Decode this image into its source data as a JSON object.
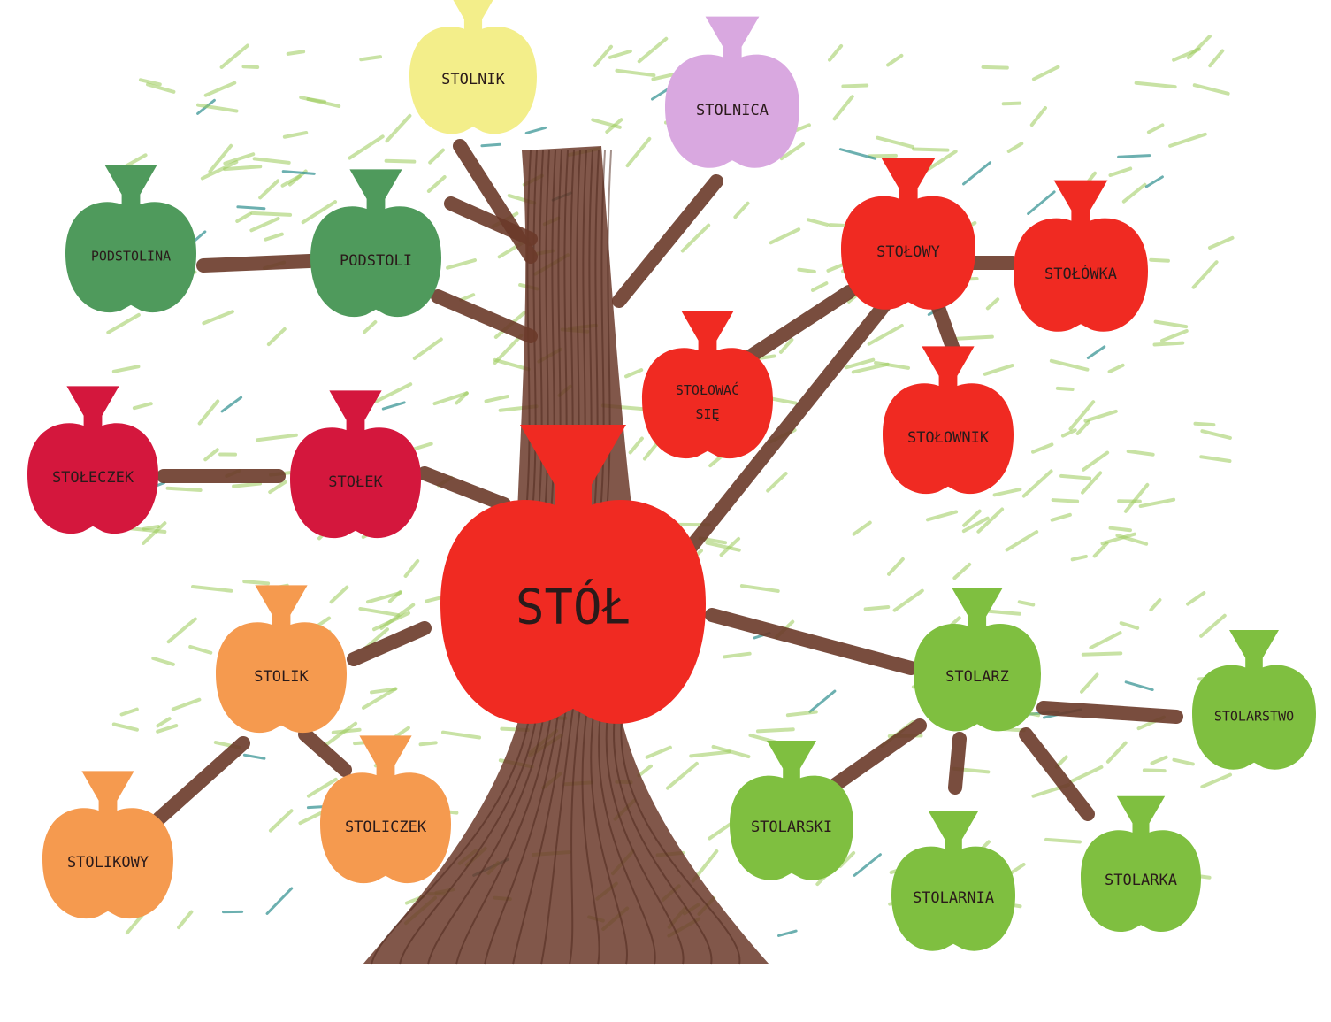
{
  "title": "Word family tree of STÓŁ",
  "colors": {
    "trunk": "#6b3a2a",
    "leaves": "#9ccc5a",
    "teal": "#2f8f8f",
    "yellow": "#f3ee8a",
    "lilac": "#d9a8e0",
    "dark_green": "#4f9a5c",
    "red": "#f02a22",
    "crimson": "#d4173d",
    "orange": "#f59a4f",
    "light_green": "#7fbf40"
  },
  "apples": [
    {
      "id": "stolnik",
      "word": "STOLNIK",
      "color": "yellow"
    },
    {
      "id": "stolnica",
      "word": "STOLNICA",
      "color": "lilac"
    },
    {
      "id": "podstolina",
      "word": "PODSTOLINA",
      "color": "dark_green"
    },
    {
      "id": "podstoli",
      "word": "PODSTOLI",
      "color": "dark_green"
    },
    {
      "id": "stolowy",
      "word": "STOŁOWY",
      "color": "red"
    },
    {
      "id": "stolowka",
      "word": "STOŁÓWKA",
      "color": "red"
    },
    {
      "id": "stolowac",
      "word": "STOŁOWAĆ SIĘ",
      "color": "red"
    },
    {
      "id": "stolownik",
      "word": "STOŁOWNIK",
      "color": "red"
    },
    {
      "id": "stoleczek",
      "word": "STOŁECZEK",
      "color": "crimson"
    },
    {
      "id": "stolek",
      "word": "STOŁEK",
      "color": "crimson"
    },
    {
      "id": "stol",
      "word": "STÓŁ",
      "color": "red"
    },
    {
      "id": "stolik",
      "word": "STOLIK",
      "color": "orange"
    },
    {
      "id": "stolikowy",
      "word": "STOLIKOWY",
      "color": "orange"
    },
    {
      "id": "stoliczek",
      "word": "STOLICZEK",
      "color": "orange"
    },
    {
      "id": "stolarz",
      "word": "STOLARZ",
      "color": "light_green"
    },
    {
      "id": "stolarstwo",
      "word": "STOLARSTWO",
      "color": "light_green"
    },
    {
      "id": "stolarski",
      "word": "STOLARSKI",
      "color": "light_green"
    },
    {
      "id": "stolarnia",
      "word": "STOLARNIA",
      "color": "light_green"
    },
    {
      "id": "stolarka",
      "word": "STOLARKA",
      "color": "light_green"
    }
  ]
}
